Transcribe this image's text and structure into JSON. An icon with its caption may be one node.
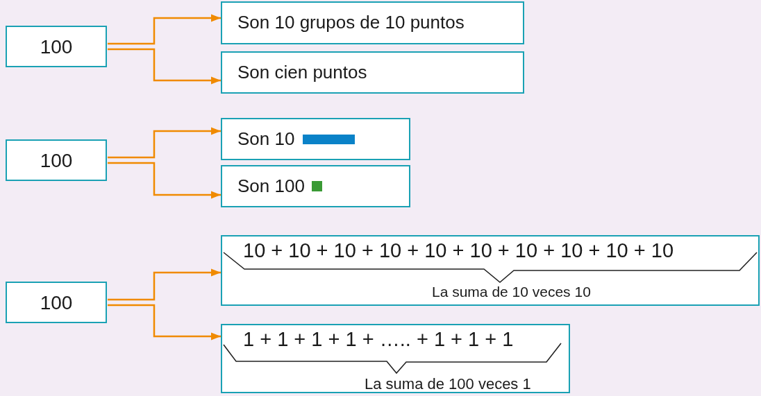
{
  "diagram": {
    "nodes": [
      {
        "text": [
          "100"
        ]
      },
      {
        "text": [
          "Son 10 grupos de 10 puntos"
        ]
      },
      {
        "text": [
          "Son cien puntos"
        ]
      },
      {
        "text": [
          "100"
        ]
      },
      {
        "text": [
          "Son 10"
        ]
      },
      {
        "text": [
          "Son 100"
        ]
      },
      {
        "text": [
          "100"
        ]
      },
      {
        "text": [
          "10 + 10 + 10 + 10 + 10 + 10 + 10 + 10 + 10 + 10",
          "La suma de 10 veces 10"
        ]
      },
      {
        "text": [
          "1 + 1 + 1 + 1 + ….. + 1 + 1 + 1",
          "La suma de 100 veces 1"
        ]
      }
    ],
    "edges": [
      {
        "from": 0,
        "to": 1,
        "arrow": "to"
      },
      {
        "from": 0,
        "to": 2,
        "arrow": "to"
      },
      {
        "from": 3,
        "to": 4,
        "arrow": "to"
      },
      {
        "from": 3,
        "to": 5,
        "arrow": "to"
      },
      {
        "from": 6,
        "to": 7,
        "arrow": "to"
      },
      {
        "from": 6,
        "to": 8,
        "arrow": "to"
      }
    ]
  }
}
